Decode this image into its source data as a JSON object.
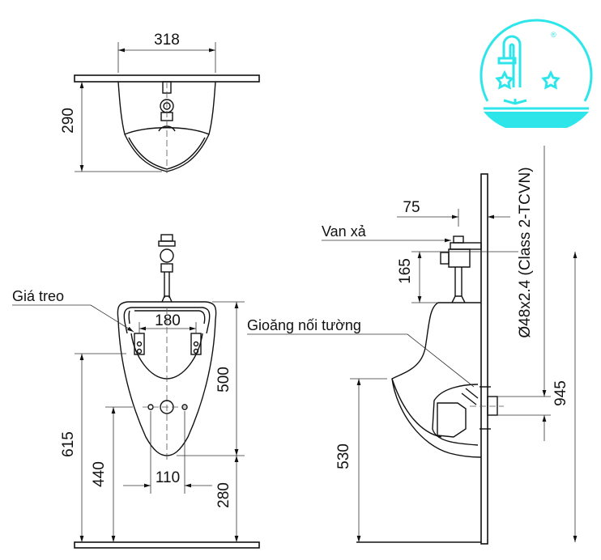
{
  "top_view": {
    "width_dim": "318",
    "depth_dim": "290"
  },
  "front_view": {
    "bracket_label": "Giá treo",
    "bracket_spacing_dim": "180",
    "body_height_dim": "500",
    "bracket_height_dim": "615",
    "outlet_height_dim": "440",
    "outlet_holes_dim": "110",
    "bottom_height_dim": "280"
  },
  "side_view": {
    "valve_label": "Van xả",
    "valve_offset_dim": "75",
    "valve_height_dim": "165",
    "gasket_label": "Gioăng nối tường",
    "pipe_spec": "Ø48x2.4 (Class 2-TCVN)",
    "rim_height_dim": "530",
    "supply_height_dim": "945"
  },
  "logo": {
    "registered_mark": "®",
    "color": "#2ee6ea"
  }
}
